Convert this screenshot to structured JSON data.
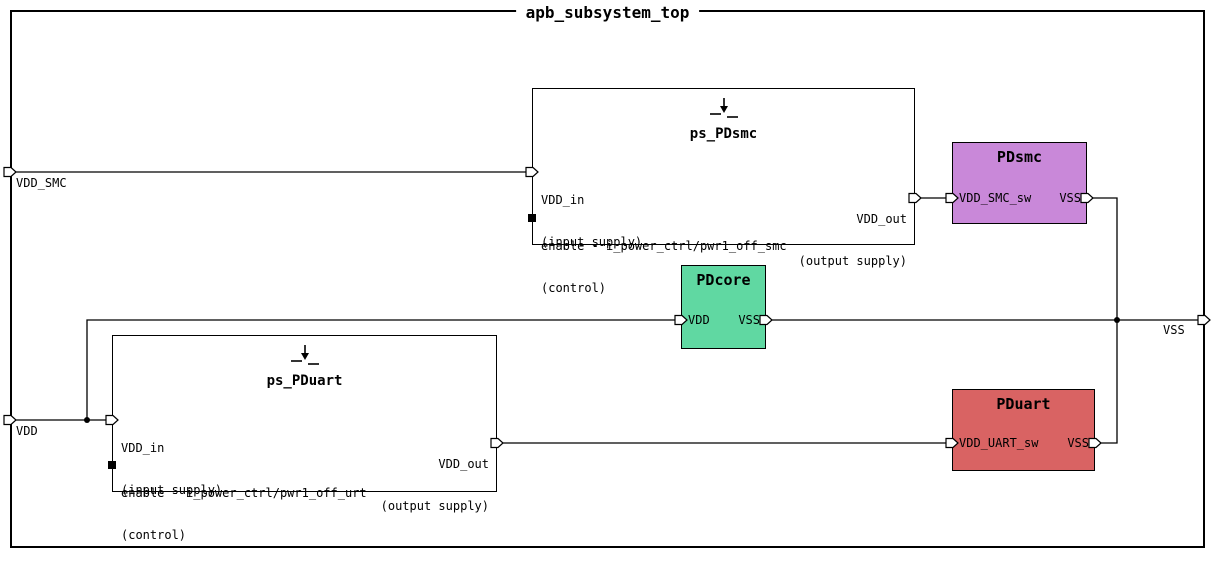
{
  "diagram": {
    "title": "apb_subsystem_top",
    "external_ports": {
      "vdd_smc": "VDD_SMC",
      "vdd": "VDD",
      "vss": "VSS"
    },
    "switches": [
      {
        "name": "ps_PDsmc",
        "vdd_in": "VDD_in",
        "vdd_in_type": "(input supply)",
        "enable": "enable - i_power_ctrl/pwr1_off_smc",
        "enable_type": "(control)",
        "vdd_out": "VDD_out",
        "vdd_out_type": "(output supply)"
      },
      {
        "name": "ps_PDuart",
        "vdd_in": "VDD_in",
        "vdd_in_type": "(input supply)",
        "enable": "enable - i_power_ctrl/pwr1_off_urt",
        "enable_type": "(control)",
        "vdd_out": "VDD_out",
        "vdd_out_type": "(output supply)"
      }
    ],
    "domains": [
      {
        "name": "PDsmc",
        "left_port": "VDD_SMC_sw",
        "right_port": "VSS",
        "color": "#c988d9"
      },
      {
        "name": "PDcore",
        "left_port": "VDD",
        "right_port": "VSS",
        "color": "#60d8a2"
      },
      {
        "name": "PDuart",
        "left_port": "VDD_UART_sw",
        "right_port": "VSS",
        "color": "#d96363"
      }
    ]
  }
}
